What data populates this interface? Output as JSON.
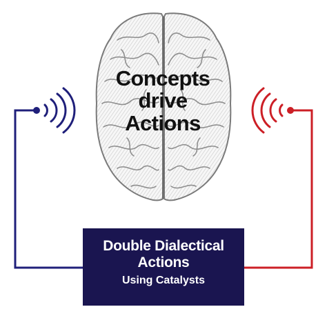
{
  "brain": {
    "label_line1": "Concepts",
    "label_line2": "drive",
    "label_line3": "Actions"
  },
  "box": {
    "line1": "Double Dialectical",
    "line2": "Actions",
    "line3": "Using Catalysts"
  },
  "colors": {
    "left_signal": "#1f1f7a",
    "right_signal": "#cc1f26",
    "box_background": "#1a1550",
    "box_text": "#ffffff",
    "brain_text": "#111111"
  },
  "icons": {
    "left": "signal-broadcast-icon",
    "right": "signal-broadcast-icon",
    "center": "brain-icon"
  }
}
